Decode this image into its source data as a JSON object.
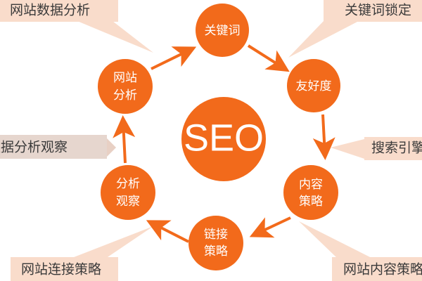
{
  "colors": {
    "accent": "#f26a1b",
    "callout_bg": "#f9dccb",
    "callout_text": "#3a3a3a"
  },
  "center": {
    "label": "SEO"
  },
  "nodes": [
    {
      "line1": "关键词",
      "line2": ""
    },
    {
      "line1": "友好度",
      "line2": ""
    },
    {
      "line1": "内容",
      "line2": "策略"
    },
    {
      "line1": "链接",
      "line2": "策略"
    },
    {
      "line1": "分析",
      "line2": "观察"
    },
    {
      "line1": "网站",
      "line2": "分析"
    }
  ],
  "callouts": {
    "top_left": "网站数据分析",
    "top_right": "关键词锁定",
    "right": "搜索引擎",
    "left": "数据分析观察",
    "bottom_left": "网站连接策略",
    "bottom_right": "网站内容策略"
  }
}
